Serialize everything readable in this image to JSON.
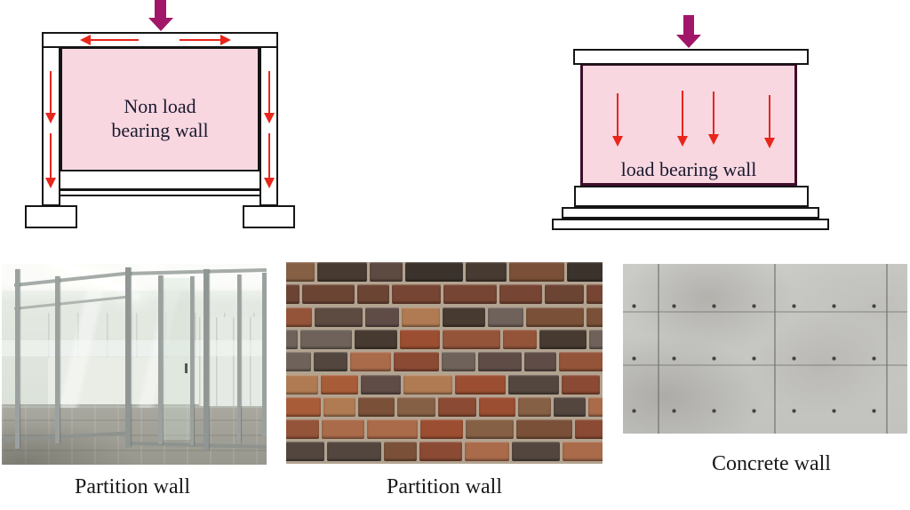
{
  "figure": {
    "non_load_bearing": {
      "label_line1": "Non load",
      "label_line2": "bearing wall"
    },
    "load_bearing": {
      "label": "load bearing wall"
    },
    "colors": {
      "applied_load_arrow": "#a11668",
      "internal_force_arrow": "#e8261b",
      "wall_fill": "#f8d7e1",
      "load_bearing_wall_border": "#3f0e2c",
      "outline": "#151515"
    }
  },
  "photos": [
    {
      "caption": "Partition wall",
      "kind": "glass-office-partition"
    },
    {
      "caption": "Partition wall",
      "kind": "brick-wall"
    },
    {
      "caption": "Concrete wall",
      "kind": "concrete-panel-wall"
    }
  ],
  "brick_texture": {
    "mortar": "#b2a390",
    "dark": [
      "#473a31",
      "#5d4a41",
      "#6b4434",
      "#3b322c",
      "#764533"
    ],
    "palette": [
      "#8a4a33",
      "#a85c38",
      "#b07b52",
      "#9b4e31",
      "#7a5138",
      "#6e625a",
      "#94543a",
      "#a96b4a",
      "#866045",
      "#53463f",
      "#5f4c47"
    ]
  },
  "concrete_texture": {
    "base": "#c8c8c5",
    "dot": "#44423e"
  }
}
